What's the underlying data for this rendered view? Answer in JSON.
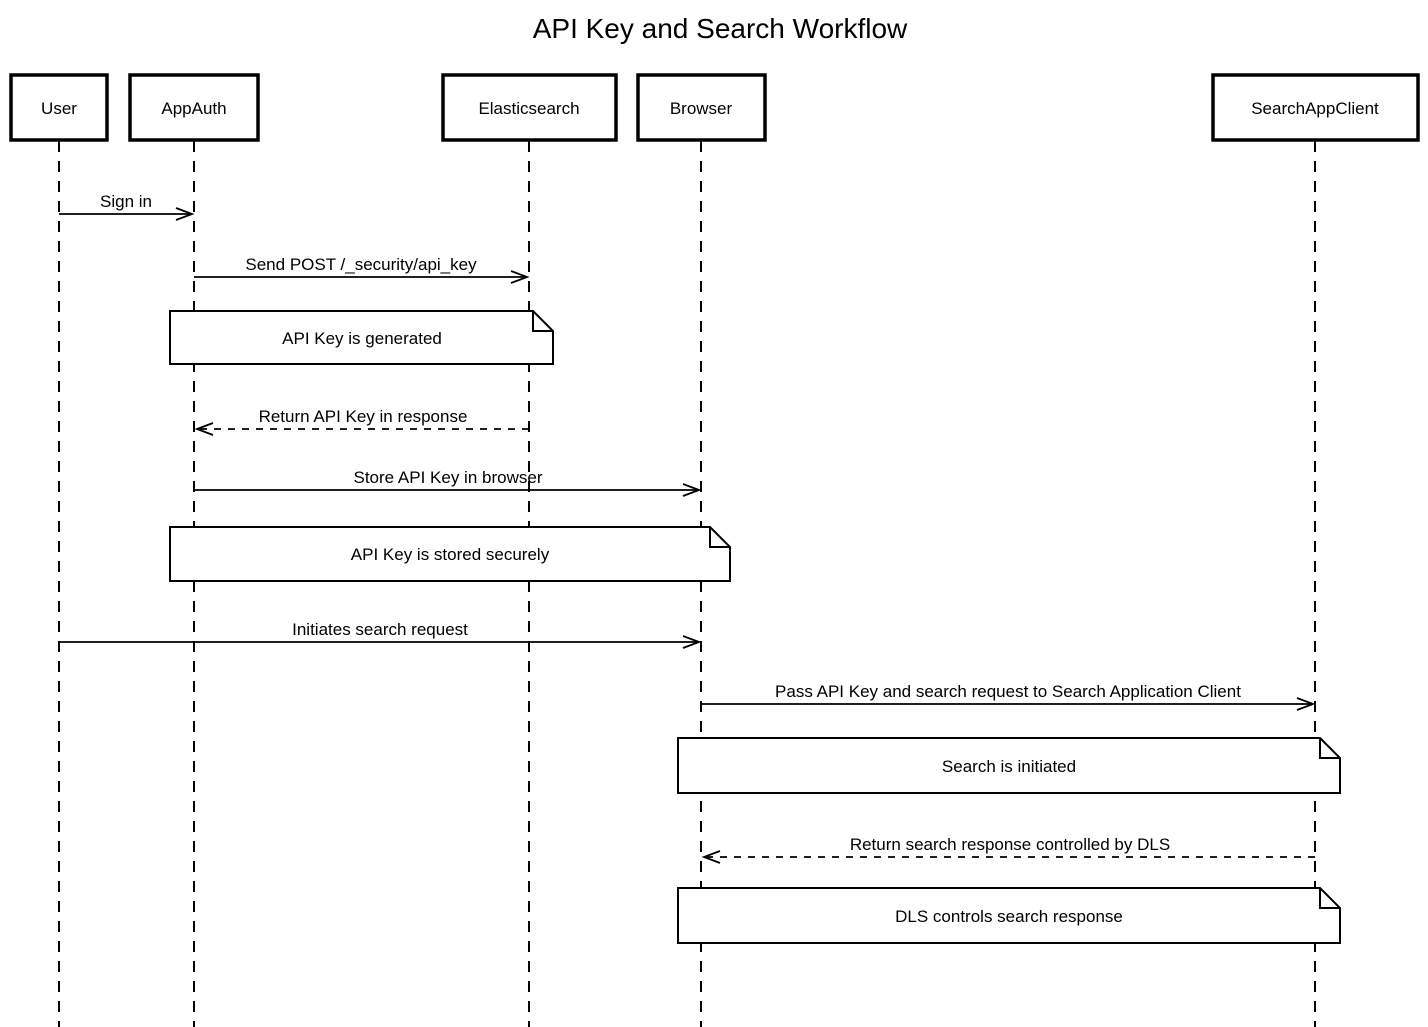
{
  "title": "API Key and Search Workflow",
  "colors": {
    "stroke": "#000000",
    "background": "#ffffff",
    "note_fill": "#ffffff"
  },
  "diagram": {
    "type": "sequence",
    "participants": [
      {
        "label": "User"
      },
      {
        "label": "AppAuth"
      },
      {
        "label": "Elasticsearch"
      },
      {
        "label": "Browser"
      },
      {
        "label": "SearchAppClient"
      }
    ],
    "messages": [
      {
        "from": "User",
        "to": "AppAuth",
        "label": "Sign in",
        "line": "solid"
      },
      {
        "from": "AppAuth",
        "to": "Elasticsearch",
        "label": "Send POST /_security/api_key",
        "line": "solid"
      },
      {
        "from": "Elasticsearch",
        "to": "AppAuth",
        "label": "Return API Key in response",
        "line": "dashed"
      },
      {
        "from": "AppAuth",
        "to": "Browser",
        "label": "Store API Key in browser",
        "line": "solid"
      },
      {
        "from": "User",
        "to": "Browser",
        "label": "Initiates search request",
        "line": "solid"
      },
      {
        "from": "Browser",
        "to": "SearchAppClient",
        "label": "Pass API Key and search request to Search Application Client",
        "line": "solid"
      },
      {
        "from": "SearchAppClient",
        "to": "Browser",
        "label": "Return search response controlled by DLS",
        "line": "dashed"
      }
    ],
    "notes": [
      {
        "over": "AppAuth, Elasticsearch",
        "label": "API Key is generated"
      },
      {
        "over": "AppAuth, Browser",
        "label": "API Key is stored securely"
      },
      {
        "over": "Browser, SearchAppClient",
        "label": "Search is initiated"
      },
      {
        "over": "Browser, SearchAppClient",
        "label": "DLS controls search response"
      }
    ]
  }
}
